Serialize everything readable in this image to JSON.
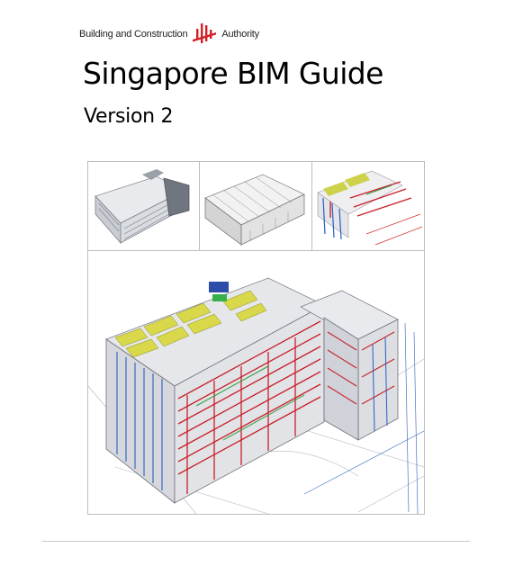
{
  "logo": {
    "left_text": "Building and Construction",
    "right_text": "Authority",
    "mark_color": "#d32027"
  },
  "cover": {
    "title": "Singapore BIM Guide",
    "subtitle": "Version 2"
  },
  "colors": {
    "frame_border": "#bdbdbd",
    "rule": "#c8c8c8",
    "model_red": "#c8202a",
    "model_blue": "#2a5fbf",
    "model_yellow": "#d8d84a"
  },
  "images": [
    {
      "name": "building-exterior-render",
      "icon": "building-model-icon"
    },
    {
      "name": "structural-frame-render",
      "icon": "structure-model-icon"
    },
    {
      "name": "mep-services-render",
      "icon": "mep-model-icon"
    },
    {
      "name": "integrated-bim-model-render",
      "icon": "bim-model-icon"
    }
  ]
}
